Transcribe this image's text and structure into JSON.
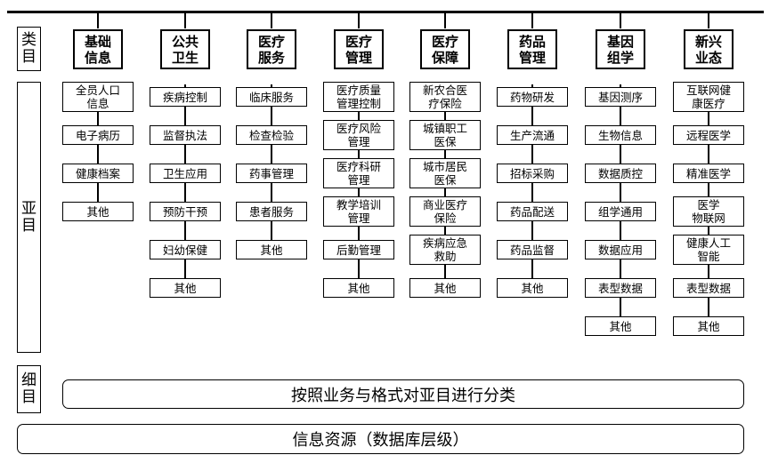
{
  "side_labels": {
    "category": "类\n目",
    "subcategory": "亚\n目",
    "detail": "细\n目"
  },
  "columns": [
    {
      "title": "基础\n信息",
      "items": [
        "全员人口\n信息",
        "电子病历",
        "健康档案",
        "其他"
      ]
    },
    {
      "title": "公共\n卫生",
      "items": [
        "疾病控制",
        "监督执法",
        "卫生应用",
        "预防干预",
        "妇幼保健",
        "其他"
      ]
    },
    {
      "title": "医疗\n服务",
      "items": [
        "临床服务",
        "检查检验",
        "药事管理",
        "患者服务",
        "其他"
      ]
    },
    {
      "title": "医疗\n管理",
      "items": [
        "医疗质量\n管理控制",
        "医疗风险\n管理",
        "医疗科研\n管理",
        "教学培训\n管理",
        "后勤管理",
        "其他"
      ]
    },
    {
      "title": "医疗\n保障",
      "items": [
        "新农合医\n疗保险",
        "城镇职工\n医保",
        "城市居民\n医保",
        "商业医疗\n保险",
        "疾病应急\n救助",
        "其他"
      ]
    },
    {
      "title": "药品\n管理",
      "items": [
        "药物研发",
        "生产流通",
        "招标采购",
        "药品配送",
        "药品监督",
        "其他"
      ]
    },
    {
      "title": "基因\n组学",
      "items": [
        "基因测序",
        "生物信息",
        "数据质控",
        "组学通用",
        "数据应用",
        "表型数据",
        "其他"
      ]
    },
    {
      "title": "新兴\n业态",
      "items": [
        "互联网健\n康医疗",
        "远程医学",
        "精准医学",
        "医学\n物联网",
        "健康人工\n智能",
        "表型数据",
        "其他"
      ]
    }
  ],
  "detail_bar": "按照业务与格式对亚目进行分类",
  "bottom_bar": "信息资源（数据库层级）"
}
